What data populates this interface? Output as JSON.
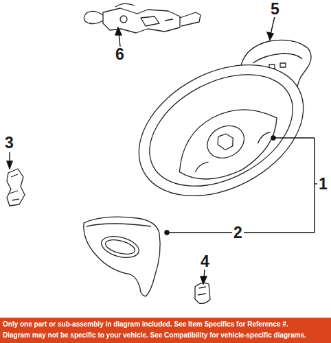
{
  "diagram": {
    "labels": [
      "5",
      "6",
      "3",
      "1",
      "2",
      "4",
      "Only one part or sub-assembly in diagram included. See Item Specifics for Reference #.",
      "Diagram may not be specific to your vehicle. See Compatibility for vehicle-specific diagrams."
    ]
  }
}
